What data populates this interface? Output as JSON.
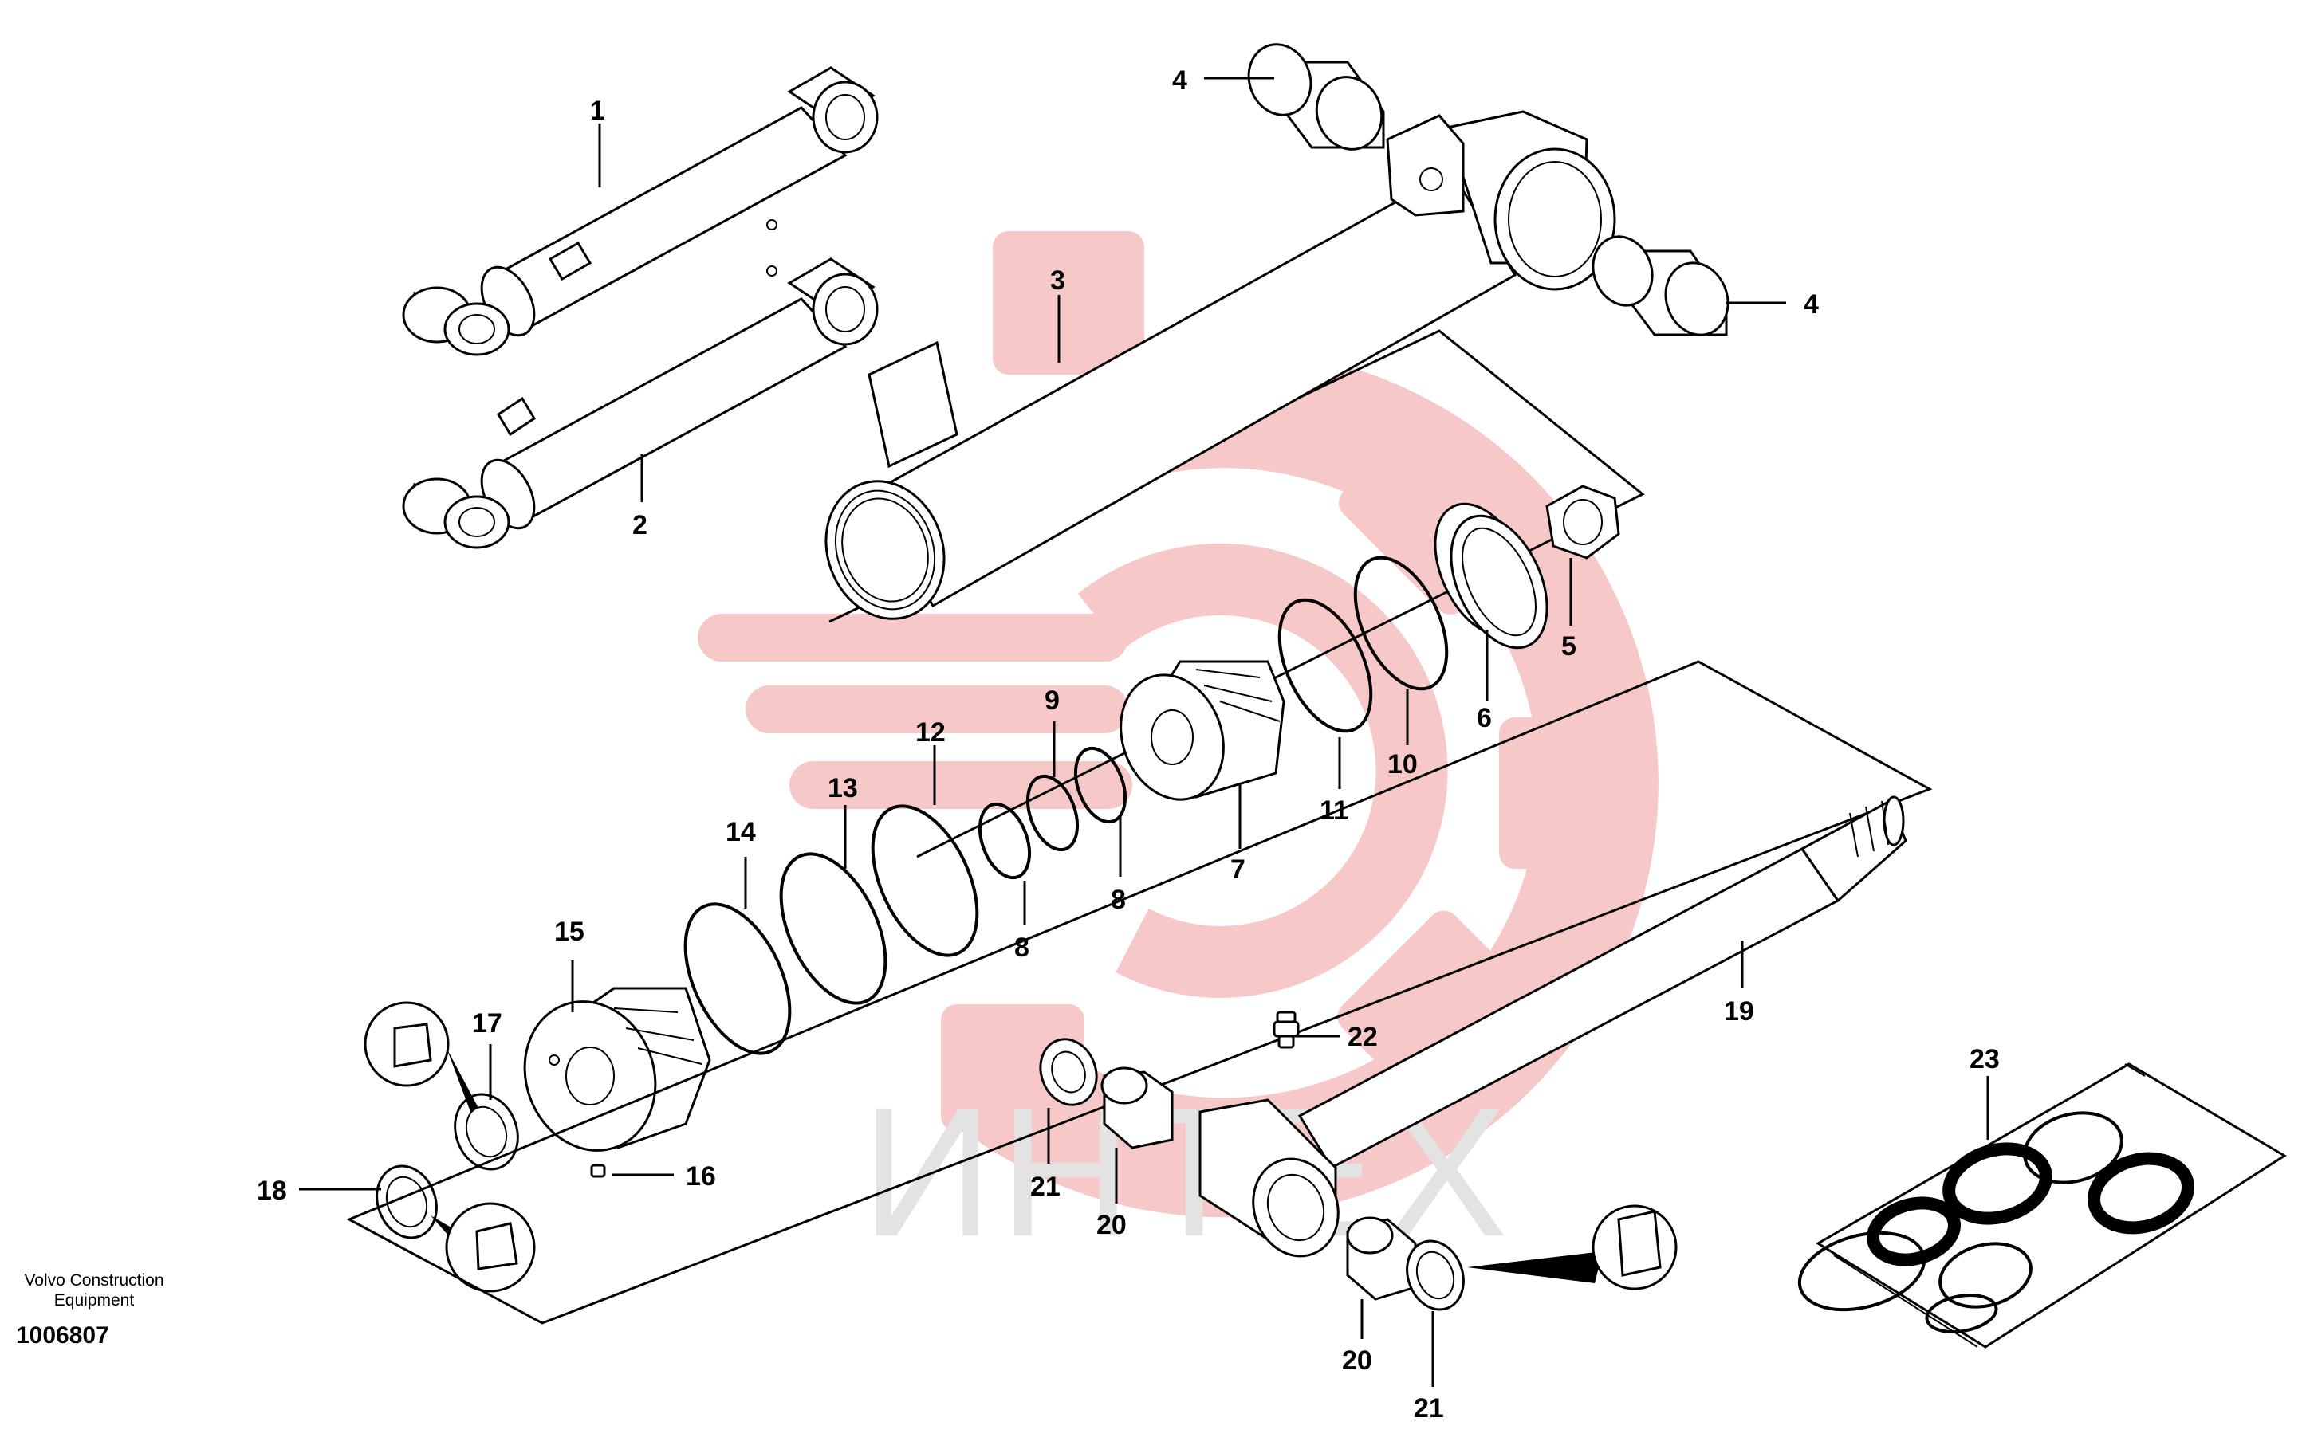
{
  "watermark": {
    "text": "ИНТЕХ",
    "logo_color": "#f6c2c2",
    "text_color": "#e3e3e3"
  },
  "footer": {
    "credit_line1": "Volvo Construction",
    "credit_line2": "Equipment",
    "drawing_number": "1006807"
  },
  "callouts": {
    "c1": "1",
    "c2": "2",
    "c3": "3",
    "c4a": "4",
    "c4b": "4",
    "c5": "5",
    "c6": "6",
    "c7": "7",
    "c8a": "8",
    "c8b": "8",
    "c9": "9",
    "c10": "10",
    "c11": "11",
    "c12": "12",
    "c13": "13",
    "c14": "14",
    "c15": "15",
    "c16": "16",
    "c17": "17",
    "c18": "18",
    "c19": "19",
    "c20a": "20",
    "c20b": "20",
    "c21a": "21",
    "c21b": "21",
    "c22": "22",
    "c23": "23"
  }
}
